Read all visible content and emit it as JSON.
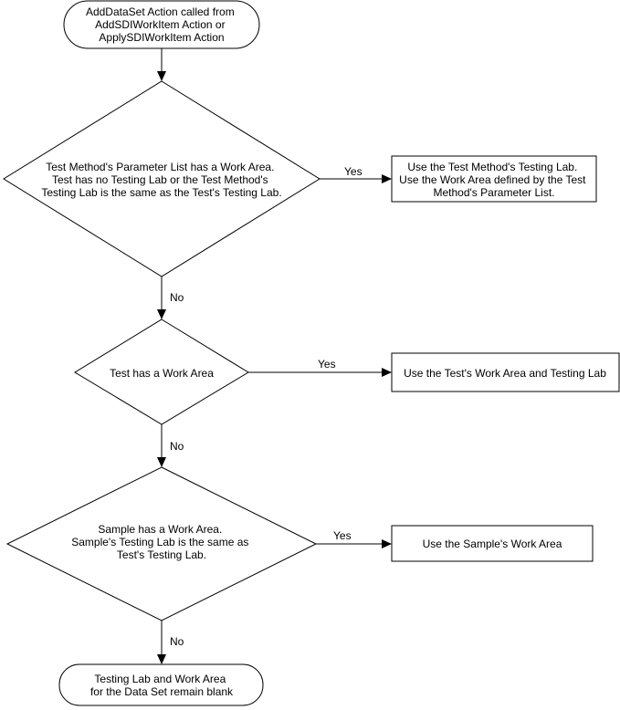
{
  "diagram": {
    "nodes": {
      "start": {
        "shape": "terminator",
        "lines": [
          "AddDataSet Action called  from",
          "AddSDIWorkItem Action or",
          "ApplySDIWorkItem Action"
        ]
      },
      "decision1": {
        "shape": "decision",
        "lines": [
          "Test Method's Parameter List has a Work Area.",
          "Test has no Testing Lab or the Test Method's",
          "Testing Lab is the same as the Test's Testing Lab."
        ]
      },
      "action1": {
        "shape": "process",
        "lines": [
          "Use the Test Method's Testing Lab.",
          "Use the Work Area defined by the Test",
          "Method's Parameter List."
        ]
      },
      "decision2": {
        "shape": "decision",
        "lines": [
          "Test has a Work Area"
        ]
      },
      "action2": {
        "shape": "process",
        "lines": [
          "Use the Test's Work Area and Testing Lab"
        ]
      },
      "decision3": {
        "shape": "decision",
        "lines": [
          "Sample has a Work Area.",
          "Sample's Testing Lab is the same as",
          "Test's Testing Lab."
        ]
      },
      "action3": {
        "shape": "process",
        "lines": [
          "Use the Sample's Work Area"
        ]
      },
      "end": {
        "shape": "terminator",
        "lines": [
          "Testing Lab and Work Area",
          "for the Data Set remain  blank"
        ]
      }
    },
    "edges": {
      "start_to_decision1": {
        "from": "start",
        "to": "decision1",
        "label": ""
      },
      "decision1_yes": {
        "from": "decision1",
        "to": "action1",
        "label": "Yes"
      },
      "decision1_no": {
        "from": "decision1",
        "to": "decision2",
        "label": "No"
      },
      "decision2_yes": {
        "from": "decision2",
        "to": "action2",
        "label": "Yes"
      },
      "decision2_no": {
        "from": "decision2",
        "to": "decision3",
        "label": "No"
      },
      "decision3_yes": {
        "from": "decision3",
        "to": "action3",
        "label": "Yes"
      },
      "decision3_no": {
        "from": "decision3",
        "to": "end",
        "label": "No"
      }
    }
  }
}
